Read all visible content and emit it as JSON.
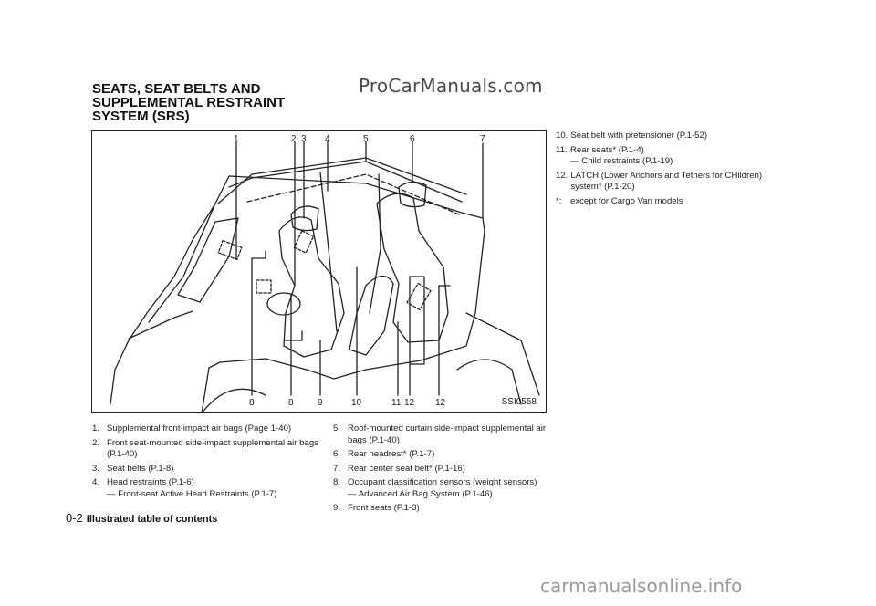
{
  "watermark_top": "ProCarManuals.com",
  "section_title": "SEATS, SEAT BELTS AND\nSUPPLEMENTAL RESTRAINT\nSYSTEM (SRS)",
  "figure": {
    "code": "SSI0558",
    "top_labels": [
      "1",
      "2",
      "3",
      "4",
      "5",
      "6",
      "7"
    ],
    "bottom_labels": [
      "8",
      "8",
      "9",
      "10",
      "11",
      "12",
      "12"
    ]
  },
  "items": [
    {
      "num": "1.",
      "text": "Supplemental front-impact air bags (Page 1-40)",
      "sub": ""
    },
    {
      "num": "2.",
      "text": "Front seat-mounted side-impact supplemental air bags (P.1-40)",
      "sub": ""
    },
    {
      "num": "3.",
      "text": "Seat belts (P.1-8)",
      "sub": ""
    },
    {
      "num": "4.",
      "text": "Head restraints (P.1-6)",
      "sub": "— Front-seat Active Head Restraints (P.1-7)"
    },
    {
      "num": "5.",
      "text": "Roof-mounted curtain side-impact supplemental air bags (P.1-40)",
      "sub": ""
    },
    {
      "num": "6.",
      "text": "Rear headrest* (P.1-7)",
      "sub": ""
    },
    {
      "num": "7.",
      "text": "Rear center seat belt* (P.1-16)",
      "sub": ""
    },
    {
      "num": "8.",
      "text": "Occupant classification sensors (weight sensors)",
      "sub": "— Advanced Air Bag System (P.1-46)"
    },
    {
      "num": "9.",
      "text": "Front seats (P.1-3)",
      "sub": ""
    },
    {
      "num": "10.",
      "text": "Seat belt with pretensioner (P.1-52)",
      "sub": ""
    },
    {
      "num": "11.",
      "text": "Rear seats* (P.1-4)",
      "sub": "— Child restraints (P.1-19)"
    },
    {
      "num": "12.",
      "text": "LATCH (Lower Anchors and Tethers for CHildren) system* (P.1-20)",
      "sub": ""
    },
    {
      "num": "*:",
      "text": "except for Cargo Van models",
      "sub": ""
    }
  ],
  "footer": {
    "page": "0-2",
    "title": "Illustrated table of contents"
  },
  "watermark_bottom": "carmanualsonline.info"
}
